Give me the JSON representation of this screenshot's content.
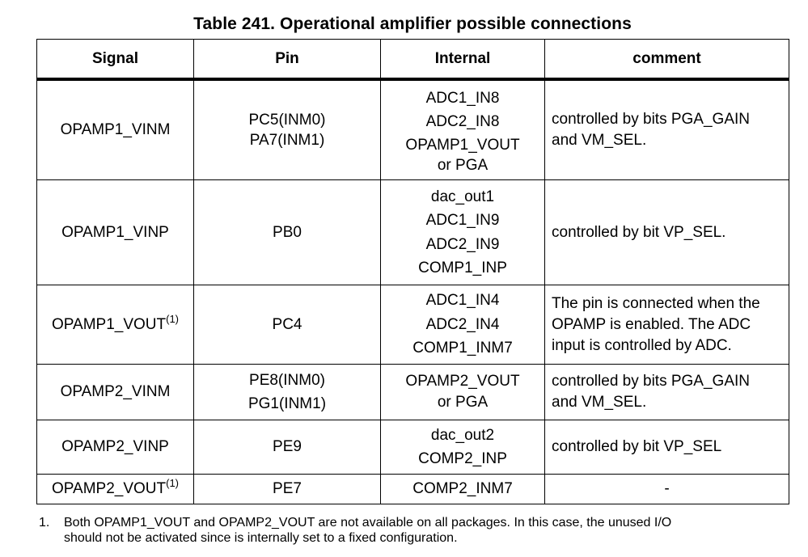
{
  "title": "Table 241. Operational amplifier possible connections",
  "headers": {
    "signal": "Signal",
    "pin": "Pin",
    "internal": "Internal",
    "comment": "comment"
  },
  "rows": [
    {
      "signal": "OPAMP1_VINM",
      "signal_sup": "",
      "pins": [
        "PC5(INM0)",
        "PA7(INM1)"
      ],
      "internal": [
        "ADC1_IN8",
        "ADC2_IN8",
        "OPAMP1_VOUT",
        "or PGA"
      ],
      "comment": [
        "controlled by bits PGA_GAIN",
        "and VM_SEL."
      ]
    },
    {
      "signal": "OPAMP1_VINP",
      "signal_sup": "",
      "pins": [
        "PB0"
      ],
      "internal": [
        "dac_out1",
        "ADC1_IN9",
        "ADC2_IN9",
        "COMP1_INP"
      ],
      "comment": [
        "controlled by bit VP_SEL."
      ]
    },
    {
      "signal": "OPAMP1_VOUT",
      "signal_sup": "(1)",
      "pins": [
        "PC4"
      ],
      "internal": [
        "ADC1_IN4",
        "ADC2_IN4",
        "COMP1_INM7"
      ],
      "comment": [
        "The pin is connected when the",
        "OPAMP is enabled. The ADC",
        "input is controlled by ADC."
      ]
    },
    {
      "signal": "OPAMP2_VINM",
      "signal_sup": "",
      "pins": [
        "PE8(INM0)",
        "PG1(INM1)"
      ],
      "internal": [
        "OPAMP2_VOUT",
        "or PGA"
      ],
      "comment": [
        "controlled by bits PGA_GAIN",
        "and VM_SEL."
      ]
    },
    {
      "signal": "OPAMP2_VINP",
      "signal_sup": "",
      "pins": [
        "PE9"
      ],
      "internal": [
        "dac_out2",
        "COMP2_INP"
      ],
      "comment": [
        "controlled by bit VP_SEL"
      ]
    },
    {
      "signal": "OPAMP2_VOUT",
      "signal_sup": "(1)",
      "pins": [
        "PE7"
      ],
      "internal": [
        "COMP2_INM7"
      ],
      "comment": [
        "-"
      ]
    }
  ],
  "footnote": {
    "number": "1.",
    "lines": [
      "Both OPAMP1_VOUT and OPAMP2_VOUT are not available on all packages. In this case, the unused I/O",
      "should not be activated since is internally set to a fixed configuration."
    ]
  }
}
